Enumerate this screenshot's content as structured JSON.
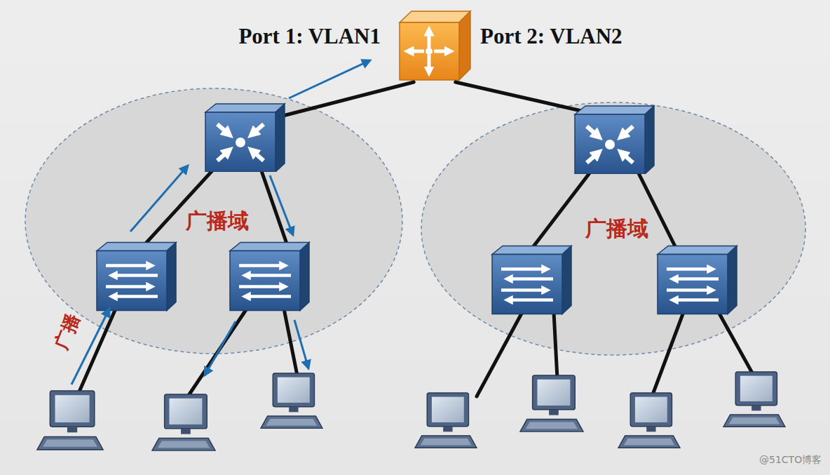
{
  "diagram": {
    "nodes": [
      {
        "text": [
          "Port 1: VLAN1",
          "Port 2: VLAN2"
        ]
      },
      {
        "text": [
          "广播域"
        ]
      },
      {
        "text": [
          "广播域"
        ]
      }
    ],
    "edges": [
      {
        "from": 0,
        "to": 1,
        "arrow": "none"
      },
      {
        "from": 0,
        "to": 2,
        "arrow": "none"
      }
    ],
    "labels": [
      "广播",
      "@51CTO博客"
    ]
  }
}
